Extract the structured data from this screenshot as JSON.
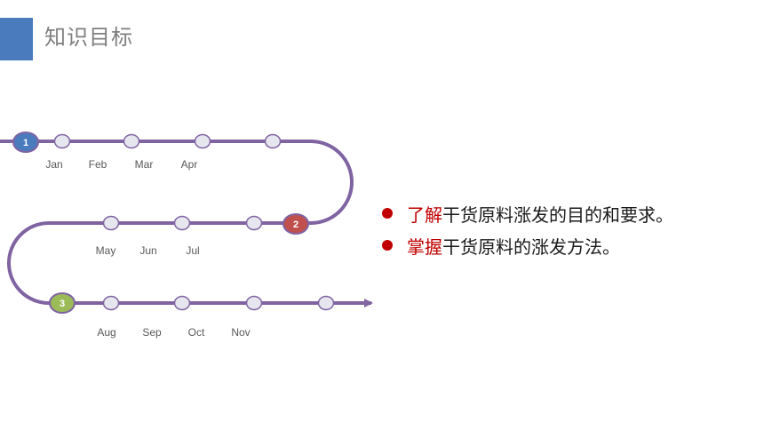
{
  "header": {
    "title": "知识目标",
    "accent_color": "#4a7bbd"
  },
  "timeline": {
    "line_color": "#8064a2",
    "node_color": "#e6e6ee",
    "rows": [
      {
        "months": [
          "Jan",
          "Feb",
          "Mar",
          "Apr"
        ]
      },
      {
        "months": [
          "May",
          "Jun",
          "Jul"
        ]
      },
      {
        "months": [
          "Aug",
          "Sep",
          "Oct",
          "Nov"
        ]
      }
    ],
    "stages": [
      {
        "label": "1",
        "color": "#4a7bbd"
      },
      {
        "label": "2",
        "color": "#c0504d"
      },
      {
        "label": "3",
        "color": "#9bbb59"
      }
    ]
  },
  "goals": [
    {
      "highlight": "了解",
      "text": "干货原料涨发的目的和要求。"
    },
    {
      "highlight": "掌握",
      "text": "干货原料的涨发方法。"
    }
  ],
  "colors": {
    "highlight": "#c00000",
    "bullet": "#c00000"
  }
}
